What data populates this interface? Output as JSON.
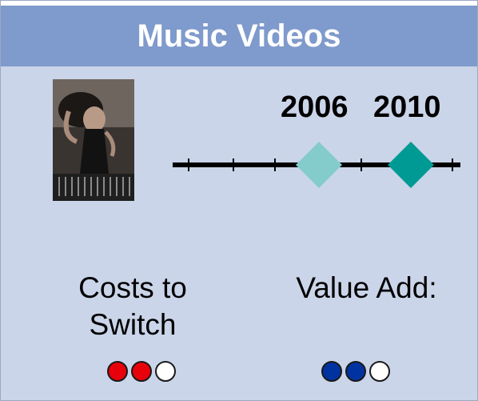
{
  "title": "Music Videos",
  "timeline": {
    "years": [
      "2006",
      "2010"
    ],
    "tick_count": 7,
    "marker_colors": [
      "#84cccb",
      "#009a94"
    ]
  },
  "costs": {
    "label_line1": "Costs to",
    "label_line2": "Switch",
    "filled": 2,
    "total": 3,
    "color": "#e8000b"
  },
  "value": {
    "label": "Value Add:",
    "filled": 2,
    "total": 3,
    "color": "#0033a0"
  },
  "colors": {
    "header": "#7f9acc",
    "panel": "#cbd5e9"
  }
}
